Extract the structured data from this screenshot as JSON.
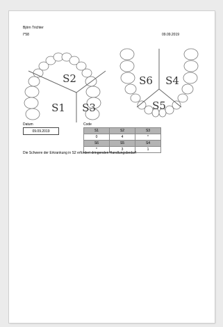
{
  "patient_name": "Björn Trichter",
  "code_id": "I*58",
  "date_top": "09.09.2019",
  "upper_jaw": {
    "labels": [
      "S2",
      "S1",
      "S3"
    ]
  },
  "lower_jaw": {
    "labels": [
      "S6",
      "S4",
      "S5"
    ]
  },
  "datum_label": "Datum",
  "date_value": "09.09.2019",
  "code_label": "Code",
  "table_rows": [
    [
      "S1",
      "S2",
      "S3"
    ],
    [
      "0",
      "4",
      "*"
    ],
    [
      "S6",
      "S5",
      "S4"
    ],
    [
      "*",
      "3",
      "1"
    ]
  ],
  "note": "Die Schwere der Erkrankung in S2 erfordert dringenden Handlungsbedarf"
}
